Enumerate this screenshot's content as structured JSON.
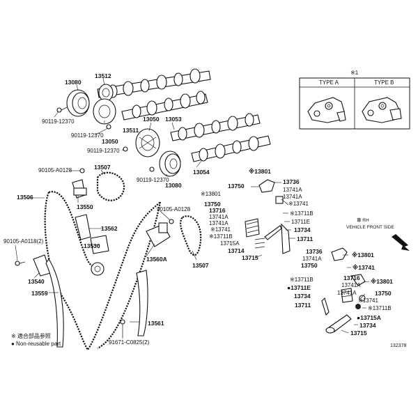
{
  "inset": {
    "mark": "※1",
    "type_a": "TYPE A",
    "type_b": "TYPE B"
  },
  "orientation_note": {
    "line1": "車 RH",
    "line2": "VEHICLE FRONT SIDE"
  },
  "labels": {
    "p13080_top": "13080",
    "p13512": "13512",
    "p90119_12370_a": "90119-12370",
    "p90119_12370_b": "90119-12370",
    "p13511": "13511",
    "p13050": "13050",
    "p13053": "13053",
    "p90119_12370_c": "90119-12370",
    "p13050_b": "13050",
    "p90119_12370_d": "90119-12370",
    "p13080_b": "13080",
    "p13054": "13054",
    "p90105_a0128_a": "90105-A0128",
    "p13507_a": "13507",
    "p13506": "13506",
    "p13550": "13550",
    "p13562": "13562",
    "p90105_a0128_b": "90105-A0128",
    "p13530": "13530",
    "p13560a": "13560A",
    "p13507_b": "13507",
    "p90105_a0118": "90105-A0118(2)",
    "p13540": "13540",
    "p13559": "13559",
    "p13561": "13561",
    "p91671_c0825": "91671-C0825(2)",
    "v13801_a": "※13801",
    "v13736_a": "13736",
    "v13750_a": "13750",
    "v13741a_a": "13741A",
    "v13801_b": "※13801",
    "v13741a_b": "13741A",
    "v13741_a": "※13741",
    "v13750_b": "13750",
    "v13716_a": "13716",
    "v13711b_a": "※13711B",
    "v13741a_c": "13741A",
    "v13711e_a": "13711E",
    "v13741a_d": "13741A",
    "v13734_a": "13734",
    "v13741_b": "※13741",
    "v13711b_b": "※13711B",
    "v13711_a": "13711",
    "v13715a_a": "13715A",
    "v13714": "13714",
    "v13715": "13715",
    "v13736_b": "13736",
    "v13801_c": "※13801",
    "v13741a_e": "13741A",
    "v13750_c": "13750",
    "v13741_c": "※13741",
    "v13716_b": "13716",
    "v13801_d": "※13801",
    "v13711b_c": "※13711B",
    "v13741a_f": "13741A",
    "v13711e_b": "●13711E",
    "v13750_d": "13750",
    "v13741a_g": "13741A",
    "v13734_b": "13734",
    "v13741_d": "※13741",
    "v13711": "13711",
    "v13711b_d": "※13711B",
    "v13715a_b": "●13715A",
    "v13734_c": "13734",
    "v13715_b": "13715"
  },
  "legend": {
    "item1": "※ 適合部品参照",
    "item2": "● Non-reusable part"
  },
  "diagram_code": "132378"
}
